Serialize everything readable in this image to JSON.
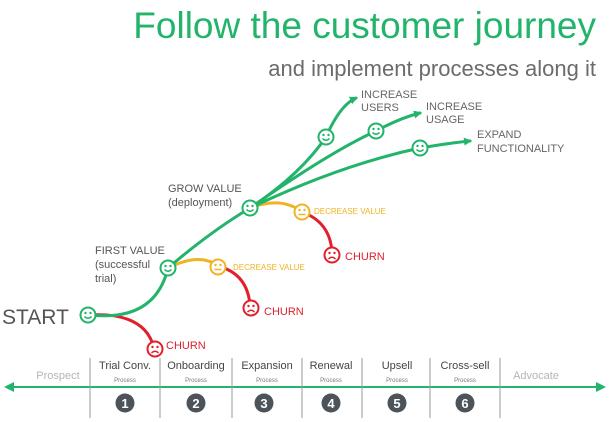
{
  "title": "Follow the customer journey",
  "subtitle": "and implement processes along it",
  "colors": {
    "green": "#21b46a",
    "yellow": "#f0b323",
    "red": "#e0202c",
    "gray": "#6b6b6b",
    "light_gray": "#b5b5b5",
    "circle": "#4d5459"
  },
  "journey": {
    "start": "START",
    "first_value": [
      "FIRST VALUE",
      "(successful",
      "trial)"
    ],
    "grow_value": [
      "GROW VALUE",
      "(deployment)"
    ],
    "increase_users": [
      "INCREASE",
      "USERS"
    ],
    "increase_usage": [
      "INCREASE",
      "USAGE"
    ],
    "expand_functionality": [
      "EXPAND",
      "FUNCTIONALITY"
    ],
    "decrease_value_1": "DECREASE VALUE",
    "decrease_value_2": "DECREASE VALUE",
    "churn_1": "CHURN",
    "churn_2": "CHURN",
    "churn_3": "CHURN"
  },
  "timeline": {
    "left_end": "Prospect",
    "right_end": "Advocate",
    "stages": [
      {
        "label": "Trial Conv.",
        "sub": "Process",
        "num": "1"
      },
      {
        "label": "Onboarding",
        "sub": "Process",
        "num": "2"
      },
      {
        "label": "Expansion",
        "sub": "Process",
        "num": "3"
      },
      {
        "label": "Renewal",
        "sub": "Process",
        "num": "4"
      },
      {
        "label": "Upsell",
        "sub": "Process",
        "num": "5"
      },
      {
        "label": "Cross-sell",
        "sub": "Process",
        "num": "6"
      }
    ]
  }
}
